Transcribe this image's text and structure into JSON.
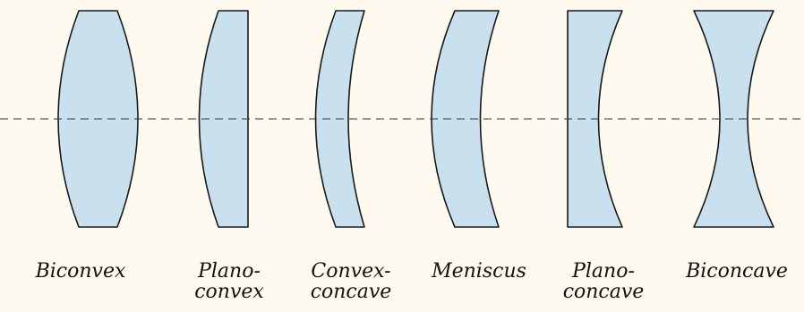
{
  "colors": {
    "background": "#fffaf0",
    "lens_fill": "#c9e0ef",
    "lens_stroke": "#1a1a1a",
    "axis": "#333333"
  },
  "lenses": [
    {
      "id": "biconvex",
      "lines": [
        "Biconvex"
      ]
    },
    {
      "id": "plano-convex",
      "lines": [
        "Plano-",
        "convex"
      ]
    },
    {
      "id": "convex-concave",
      "lines": [
        "Convex-",
        "concave"
      ]
    },
    {
      "id": "meniscus",
      "lines": [
        "Meniscus"
      ]
    },
    {
      "id": "plano-concave",
      "lines": [
        "Plano-",
        "concave"
      ]
    },
    {
      "id": "biconcave",
      "lines": [
        "Biconcave"
      ]
    }
  ]
}
